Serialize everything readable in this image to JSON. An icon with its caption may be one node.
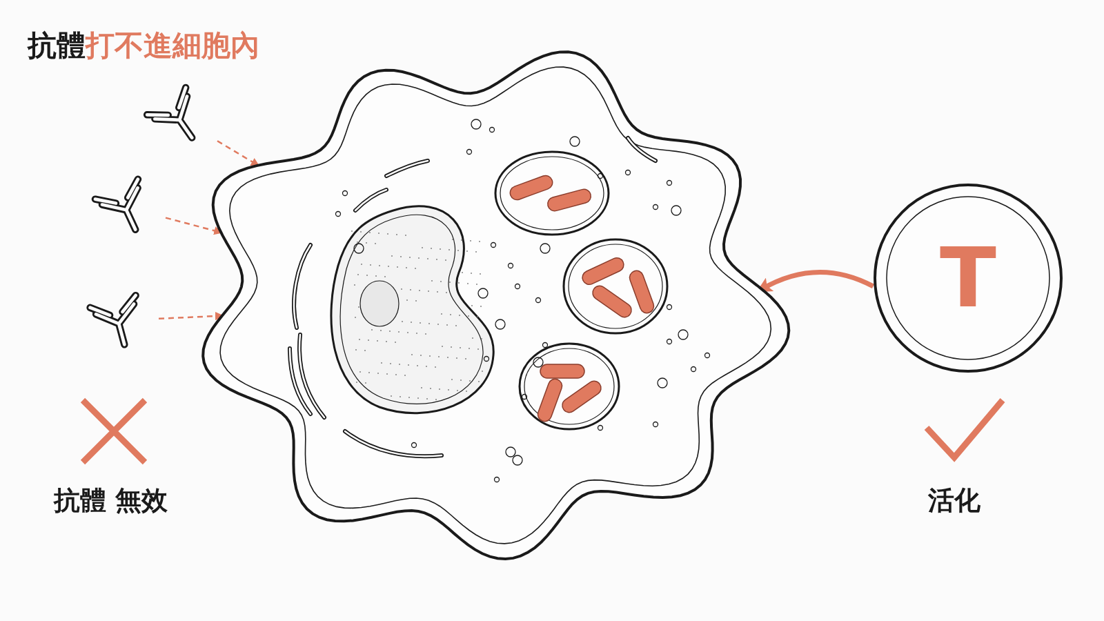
{
  "diagram": {
    "title": "抗體**打不進細胞內**",
    "nodes": [
      {
        "text": [],
        "shape": "picture"
      },
      {
        "text": [],
        "shape": "picture"
      },
      {
        "text": [],
        "shape": "picture"
      },
      {
        "text": [],
        "shape": "picture"
      },
      {
        "text": [
          "T"
        ]
      }
    ],
    "edges": [
      {
        "from": 0,
        "to": 3,
        "arrow": "to",
        "style": "dashed"
      },
      {
        "from": 1,
        "to": 3,
        "arrow": "to",
        "style": "dashed"
      },
      {
        "from": 2,
        "to": 3,
        "arrow": "to",
        "style": "dashed"
      },
      {
        "from": 4,
        "to": 3,
        "arrow": "to",
        "style": "thick"
      }
    ],
    "labels": [
      "抗體 無效",
      "活化"
    ]
  }
}
